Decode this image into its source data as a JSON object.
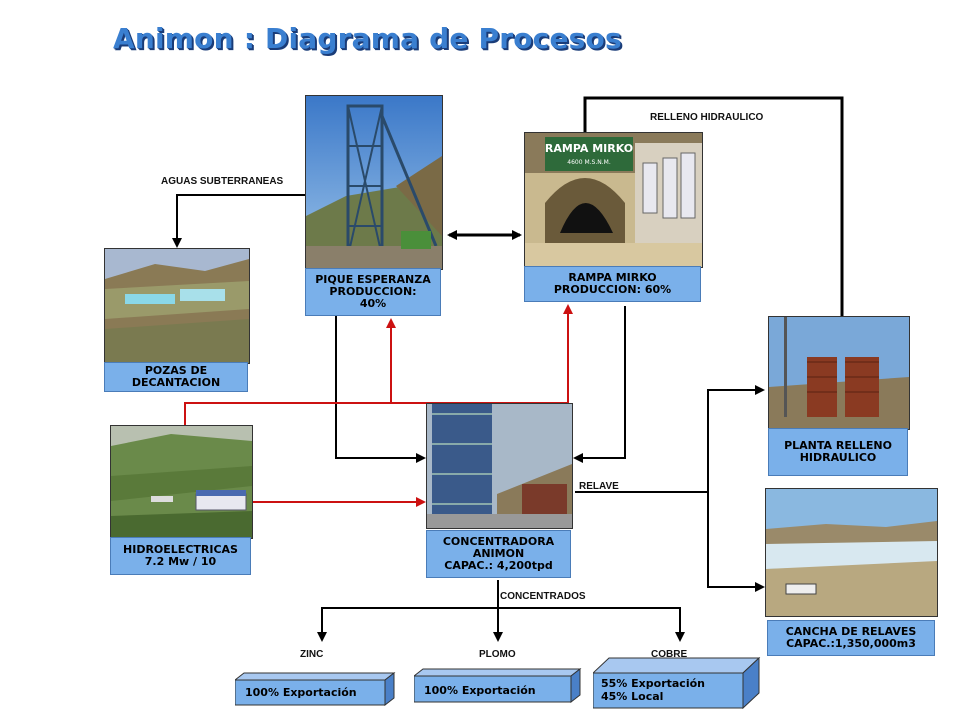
{
  "title": "Animon : Diagrama de Procesos",
  "nodes": {
    "pique": {
      "line1": "PIQUE ESPERANZA",
      "line2": "PRODUCCION:",
      "line3": "40%"
    },
    "rampa": {
      "line1": "RAMPA MIRKO",
      "line2": "PRODUCCION: 60%",
      "sign_title": "RAMPA MIRKO",
      "sign_sub": "4600 M.S.N.M."
    },
    "pozas": {
      "line1": "POZAS DE",
      "line2": "DECANTACION"
    },
    "hidro": {
      "line1": "HIDROELECTRICAS",
      "line2": "7.2 Mw / 10"
    },
    "concentradora": {
      "line1": "CONCENTRADORA",
      "line2": "ANIMON",
      "line3": "CAPAC.: 4,200tpd"
    },
    "planta": {
      "line1": "PLANTA RELLENO",
      "line2": "HIDRAULICO"
    },
    "cancha": {
      "line1": "CANCHA DE RELAVES",
      "line2": "CAPAC.:1,350,000m3"
    }
  },
  "flows": {
    "relleno": "RELLENO HIDRAULICO",
    "aguas": "AGUAS SUBTERRANEAS",
    "relave": "RELAVE",
    "concentrados": "CONCENTRADOS"
  },
  "products": {
    "zinc": {
      "name": "ZINC",
      "detail": "100% Exportación"
    },
    "plomo": {
      "name": "PLOMO",
      "detail": "100% Exportación"
    },
    "cobre": {
      "name": "COBRE",
      "detail1": "55% Exportación",
      "detail2": "45% Local"
    }
  },
  "colors": {
    "label_fill": "#7ab0ea",
    "power_line": "#cc1111",
    "flow_line": "#000000",
    "title": "#3a7fd0"
  }
}
